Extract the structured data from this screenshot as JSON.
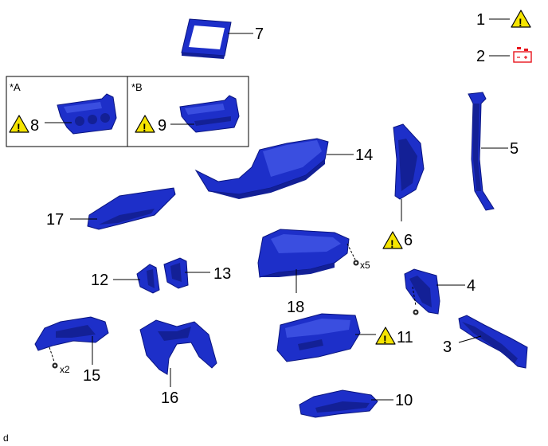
{
  "callouts": {
    "c1": "1",
    "c2": "2",
    "c3": "3",
    "c4": "4",
    "c5": "5",
    "c6": "6",
    "c7": "7",
    "c8": "8",
    "c9": "9",
    "c10": "10",
    "c11": "11",
    "c12": "12",
    "c13": "13",
    "c14": "14",
    "c15": "15",
    "c16": "16",
    "c17": "17",
    "c18": "18"
  },
  "variants": {
    "a": "*A",
    "b": "*B"
  },
  "quantities": {
    "x5": "x5",
    "x2": "x2"
  },
  "warning_glyph": "!",
  "footer_code": "d",
  "colors": {
    "part": "#1d2fc9",
    "warning": "#f5e400",
    "battery": "#e8141c"
  },
  "icons": [
    "warning-icon",
    "battery-disconnect-icon",
    "clip-icon",
    "screw-icon"
  ]
}
